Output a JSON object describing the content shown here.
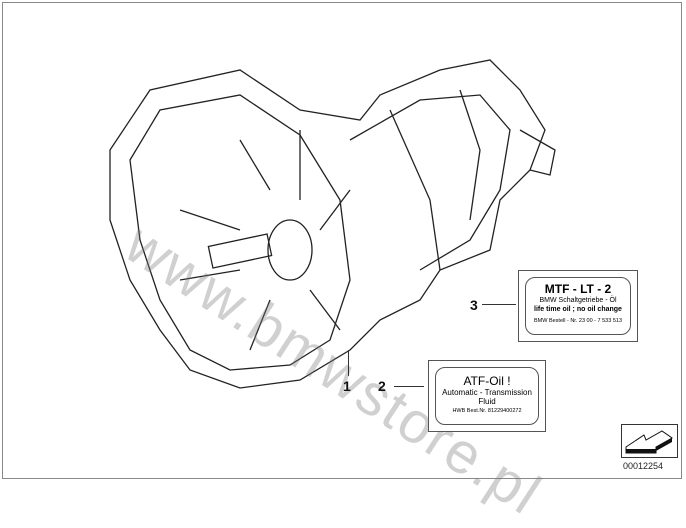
{
  "callouts": [
    "1",
    "2",
    "3"
  ],
  "mtf_label": {
    "title": "MTF - LT - 2",
    "line1": "BMW Schaltgetriebe - Öl",
    "line2": "life time oil ; no oil change",
    "line3": "BMW Bestell - Nr.  23 00 - 7 533 513"
  },
  "atf_label": {
    "title": "ATF-Oil !",
    "line1": "Automatic - Transmission",
    "line2": "Fluid",
    "line3": "HWB Best.Nr. 81229400272"
  },
  "watermark": "www.bmwstore.pl",
  "reference_number": "00012254"
}
